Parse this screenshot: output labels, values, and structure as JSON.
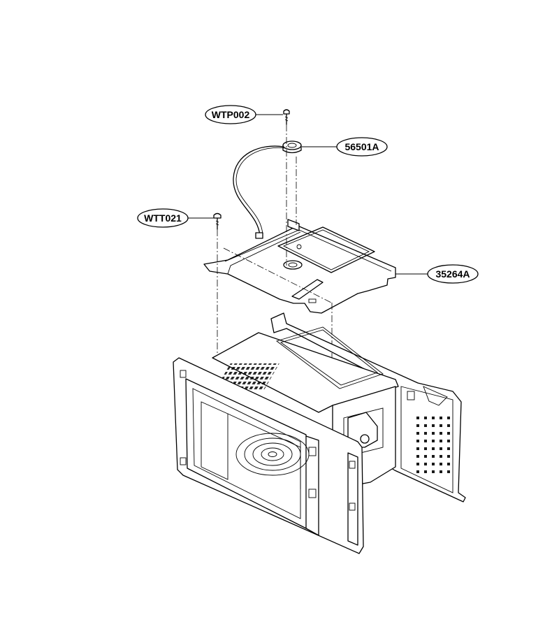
{
  "callouts": {
    "wtp002": "WTP002",
    "p56501a": "56501A",
    "wtt021": "WTT021",
    "p35264a": "35264A"
  },
  "colors": {
    "line": "#000000",
    "background": "#ffffff"
  }
}
